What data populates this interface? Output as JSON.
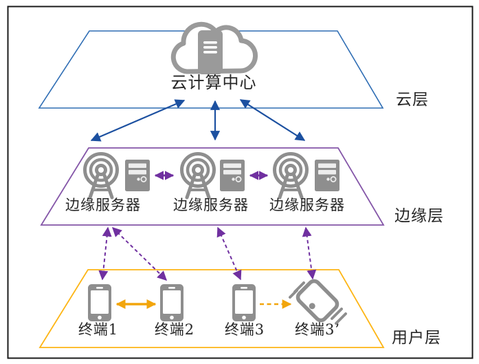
{
  "layers": {
    "cloud": {
      "tier_label": "云层",
      "node_label": "云计算中心"
    },
    "edge": {
      "tier_label": "边缘层",
      "node_labels": [
        "边缘服务器",
        "边缘服务器",
        "边缘服务器"
      ]
    },
    "user": {
      "tier_label": "用户层",
      "node_labels": [
        "终端1",
        "终端2",
        "终端3",
        "终端3’"
      ]
    }
  },
  "colors": {
    "border": "#1A1A1A",
    "cloud_outline": "#2E6DB4",
    "cloud_arrow": "#1C50A0",
    "edge_outline": "#8456A8",
    "edge_arrow": "#7030A0",
    "user_outline": "#FDB515",
    "user_arrow": "#F2A50C",
    "icon_gray": "#8E8E8E",
    "cloud_icon_gray": "#9A9A9A",
    "icon_light": "#EDEDED",
    "screen_white": "#FFFFFF",
    "text": "#262626"
  }
}
